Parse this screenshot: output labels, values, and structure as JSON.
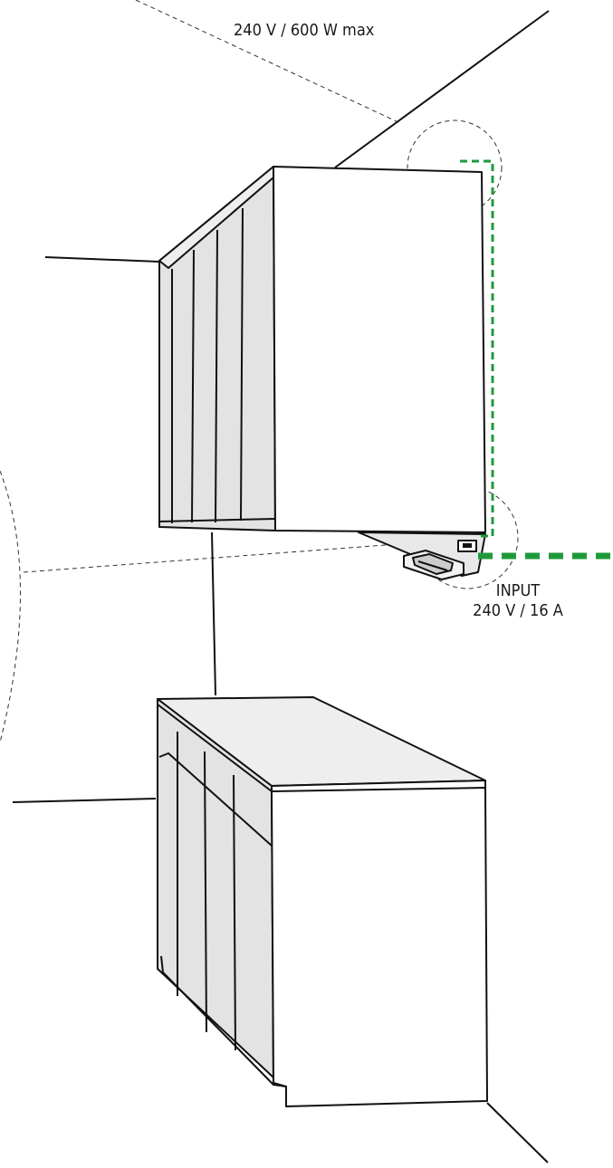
{
  "labels": {
    "output": "240 V / 600 W max",
    "input_title": "INPUT",
    "input_rating": "240 V / 16 A"
  },
  "colors": {
    "outline": "#111111",
    "panel_fill": "#e3e3e3",
    "face_fill": "#ffffff",
    "top_fill": "#eeeeee",
    "power_line": "#1f9a3a",
    "guide_line": "#333333"
  },
  "icons": {
    "power_connector": "power-inlet-icon",
    "socket": "outlet-socket-icon"
  }
}
